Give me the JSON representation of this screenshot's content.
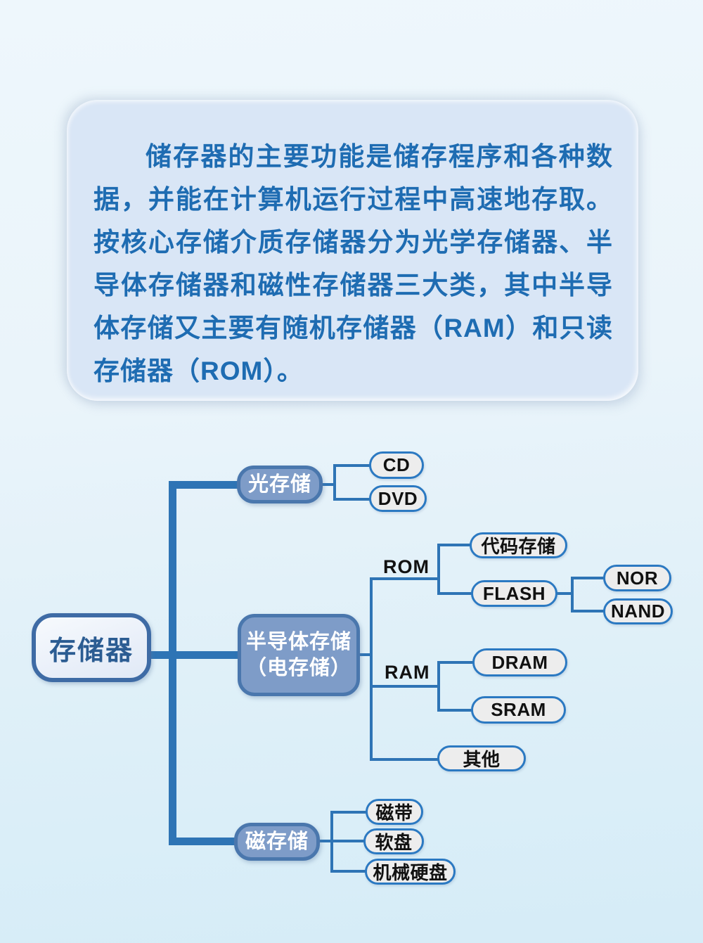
{
  "panel": {
    "paragraph": "储存器的主要功能是储存程序和各种数据，并能在计算机运行过程中高速地存取。按核心存储介质存储器分为光学存储器、半导体存储器和磁性存储器三大类，其中半导体存储又主要有随机存储器（RAM）和只读存储器（ROM）。"
  },
  "diagram": {
    "root": {
      "label": "存储器"
    },
    "branches": {
      "optical": {
        "label": "光存储"
      },
      "semiconductor": {
        "label_line1": "半导体存储",
        "label_line2": "（电存储）"
      },
      "magnetic": {
        "label": "磁存储"
      }
    },
    "group_labels": {
      "rom": "ROM",
      "ram": "RAM"
    },
    "leaves": {
      "cd": "CD",
      "dvd": "DVD",
      "code_storage": "代码存储",
      "flash": "FLASH",
      "nor": "NOR",
      "nand": "NAND",
      "dram": "DRAM",
      "sram": "SRAM",
      "other": "其他",
      "tape": "磁带",
      "floppy": "软盘",
      "hdd": "机械硬盘"
    }
  },
  "colors": {
    "line": "#2e74b5",
    "branch_fill": "#7e9cc8",
    "branch_border": "#4a77ad",
    "leaf_fill": "#ededed",
    "leaf_border": "#2b79c2",
    "root_border": "#3e6ba5",
    "root_text": "#2b5c92",
    "panel_fill": "#d9e6f6",
    "paragraph_text": "#1e6cb2"
  }
}
